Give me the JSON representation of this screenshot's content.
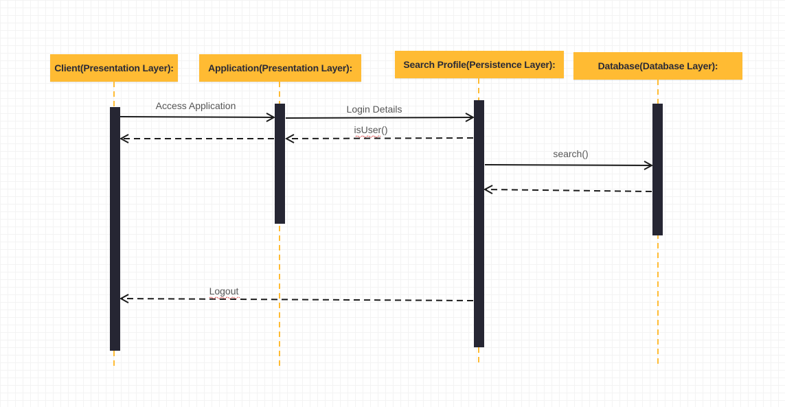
{
  "participants": {
    "client": "Client(Presentation Layer):",
    "application": "Application(Presentation Layer):",
    "search_profile": "Search Profile(Persistence Layer):",
    "database": "Database(Database Layer):"
  },
  "messages": {
    "access_application": "Access Application",
    "login_details": "Login Details",
    "is_user": "isUser()",
    "search": "search()",
    "logout": "Logout"
  },
  "colors": {
    "participant_fill": "#ffbb33",
    "lifeline": "#ffbb33",
    "activation": "#262633",
    "arrow": "#1a1a1a"
  }
}
